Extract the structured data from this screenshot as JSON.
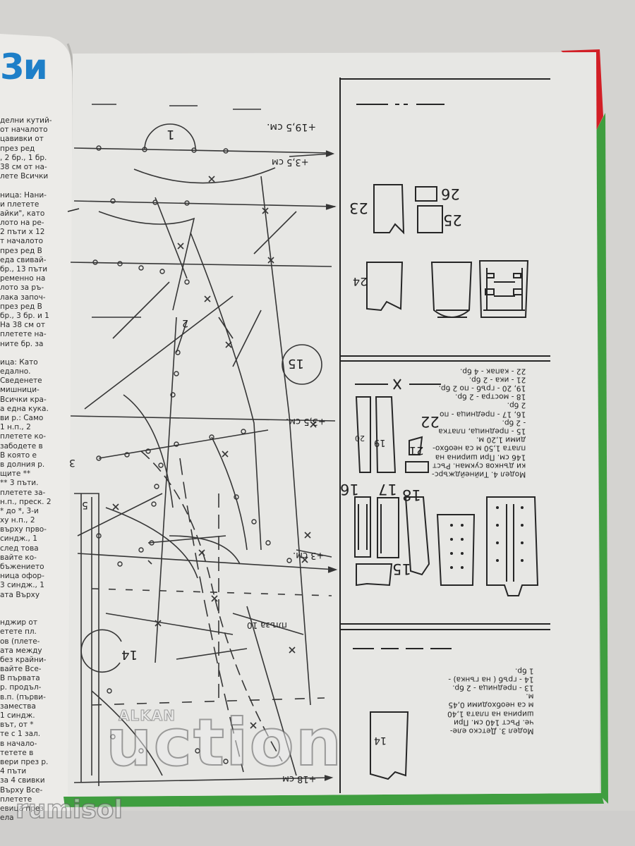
{
  "left_page": {
    "title_letters": "3и",
    "column_lines": [
      "делни кутий-",
      "от началото",
      "цавивки от",
      "през ред",
      ", 2 бр., 1 бр.",
      "38 см от на-",
      "лете Всички",
      "",
      "ница: Нани-",
      "и плетете",
      "айки\", като",
      "лото на ре-",
      "2 пъти х 12",
      "т началото",
      "през ред В",
      "еда свивай-",
      "бр., 13 пъти",
      "ременно на",
      "лото за ръ-",
      "лака започ-",
      "през ред В",
      "бр., 3 бр. и 1",
      "На 38 см от",
      "плетете на-",
      "ните бр. за",
      "",
      "ица: Като",
      "едално.",
      "Сведенете",
      "мишници-",
      "Всички кра-",
      "а една кука.",
      "ви р.: Само",
      "1 н.п., 2",
      "плетете ко-",
      "забодете в",
      "В която е",
      "в долния р.",
      "щите **",
      "** 3 пъти.",
      "плетете за-",
      "н.п., преск. 2",
      "* до *, 3-и",
      "ху н.п., 2",
      "върху прво-",
      "синдж., 1",
      "след това",
      "вайте ко-",
      "бъжението",
      "ница офор-",
      "3 синдж., 1",
      "ата Върху",
      "",
      "",
      "нджир от",
      "етете пл.",
      "ов (плете-",
      "ата между",
      "без крайни-",
      "вайте Все-",
      "В първата",
      "р. продъл-",
      "в.п. (първи-",
      "замества",
      "1 синдж.",
      "вът, от *",
      "те с 1 зал.",
      "в начало-",
      "тетете в",
      "вери през р.",
      "4 пъти",
      "за 4 свивки",
      "Върху Все-",
      "плетете",
      "евица през",
      "ела"
    ]
  },
  "right_page": {
    "section_top": {
      "pieces": [
        {
          "label": "23"
        },
        {
          "label": "24"
        },
        {
          "label": "25"
        },
        {
          "label": "26"
        }
      ]
    },
    "section_mid": {
      "caption_lines": [
        "Модел 4. Тийнейджърс-",
        "ки дънков сукман. Ръст",
        "146 см. При ширина на",
        "плата 1,50 м са необхо-",
        "дими 1,20 м.",
        "15 - предница, платка",
        "- 2 бр.",
        "16, 17 - предница - по",
        "2 бр.",
        "18 - мостра - 2 бр.",
        "19, 20 - гръб - по 2 бр.",
        "21 - ика - 2 бр.",
        "22 - капак - 4 бр."
      ],
      "pieces": [
        {
          "label": "15"
        },
        {
          "label": "16"
        },
        {
          "label": "17"
        },
        {
          "label": "18"
        },
        {
          "label": "19"
        },
        {
          "label": "20"
        },
        {
          "label": "21"
        },
        {
          "label": "22"
        }
      ]
    },
    "section_bottom": {
      "caption_lines": [
        "Модел 3. Детско еле-",
        "че. Ръст 140 см. При",
        "ширина на плата 1,40",
        "м са необходими 0,45",
        "м.",
        "13 - предница - 2 бр.",
        "14 - гръб ( на гънка) -",
        "1 бр."
      ],
      "pieces": [
        {
          "label": "14"
        }
      ]
    }
  },
  "pattern": {
    "measurements": [
      "+19,5 см.",
      "+3,5 см",
      "+3,5 см.",
      "+3 см.",
      "+18 см"
    ],
    "fold_label": "плъза 10",
    "piece_numbers": [
      "1",
      "2",
      "3",
      "5",
      "14",
      "15"
    ]
  },
  "watermarks": {
    "top": "ALKAN",
    "main": "uction",
    "bottom": "rumisol"
  },
  "colors": {
    "paper": "#e7e7e4",
    "background": "#d4d3d0",
    "green_border": "#3f9e3f",
    "red_corner": "#d21f26",
    "title_blue": "#1e7fc8",
    "ink": "#262626"
  }
}
